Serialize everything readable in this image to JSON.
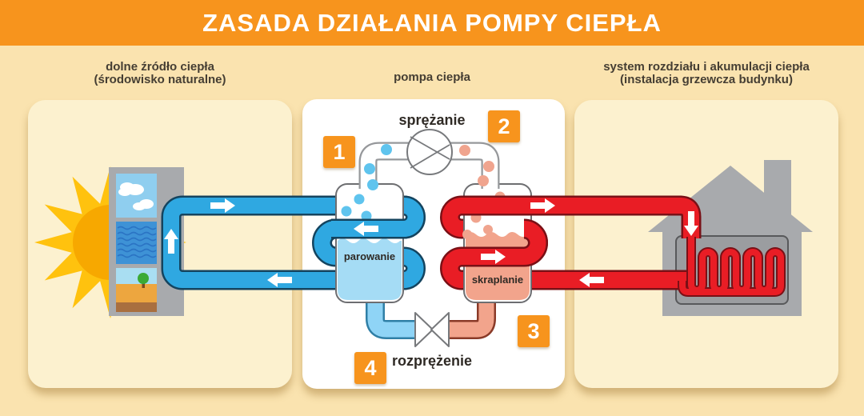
{
  "header": {
    "title": "ZASADA DZIAŁANIA POMPY CIEPŁA"
  },
  "column_labels": {
    "source": {
      "line1": "dolne  źródło ciepła",
      "line2": "(środowisko naturalne)"
    },
    "pump": {
      "line1": "pompa ciepła"
    },
    "distribution": {
      "line1": "system rozdziału i akumulacji ciepła",
      "line2": "(instalacja grzewcza budynku)"
    }
  },
  "process": {
    "evaporation": {
      "step": "1",
      "label": "parowanie"
    },
    "compression": {
      "step": "2",
      "label": "sprężanie"
    },
    "condensation": {
      "step": "3",
      "label": "skraplanie"
    },
    "expansion": {
      "step": "4",
      "label": "rozprężenie"
    }
  },
  "colors": {
    "accent_orange": "#F7941D",
    "background_cream": "#FAE3AF",
    "panel_cream": "#FCF1CF",
    "cold_pipe_blue": "#2FA8E1",
    "cold_light_blue": "#8FD4F6",
    "hot_pipe_red": "#E91D25",
    "hot_salmon": "#F2A48C",
    "building_gray": "#A8AAAD",
    "sun_gold": "#F7A800",
    "sun_ray_yellow": "#FFC20E"
  }
}
